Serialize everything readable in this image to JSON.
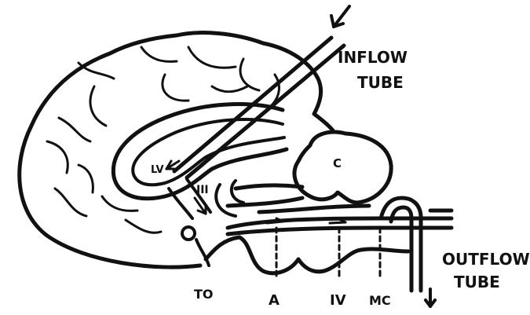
{
  "labels": {
    "inflow_line1": "INFLOW",
    "inflow_line2": "TUBE",
    "outflow_line1": "OUTFLOW",
    "outflow_line2": "TUBE",
    "lateral_ventricle": "LV",
    "third_ventricle": "III",
    "fourth_ventricle": "IV",
    "cerebellum": "C",
    "point_a": "A",
    "point_to": "TO",
    "point_mc": "MC"
  },
  "colors": {
    "ink": "#111111",
    "paper": "#ffffff"
  }
}
